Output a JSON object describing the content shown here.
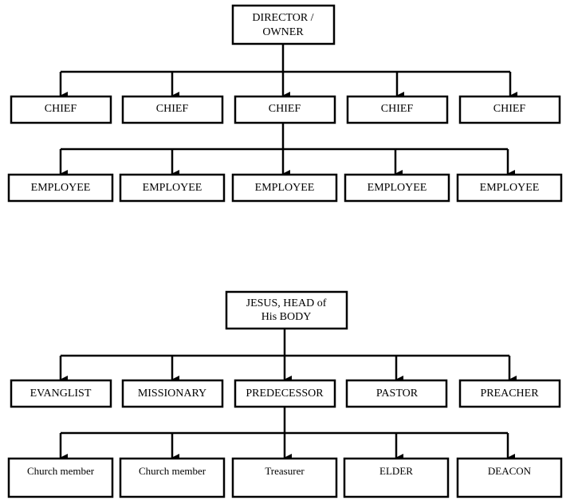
{
  "chart1": {
    "root": {
      "lines": [
        "DIRECTOR /",
        "OWNER"
      ]
    },
    "level2": [
      "CHIEF",
      "CHIEF",
      "CHIEF",
      "CHIEF",
      "CHIEF"
    ],
    "level3": [
      "EMPLOYEE",
      "EMPLOYEE",
      "EMPLOYEE",
      "EMPLOYEE",
      "EMPLOYEE"
    ]
  },
  "chart2": {
    "root": {
      "lines": [
        "JESUS, HEAD of",
        "His BODY"
      ]
    },
    "level2": [
      "EVANGLIST",
      "MISSIONARY",
      "PREDECESSOR",
      "PASTOR",
      "PREACHER"
    ],
    "level3": [
      "Church member",
      "Church member",
      "Treasurer",
      "ELDER",
      "DEACON"
    ]
  },
  "colors": {
    "line": "#000000",
    "box_fill": "#ffffff",
    "text": "#000000"
  }
}
